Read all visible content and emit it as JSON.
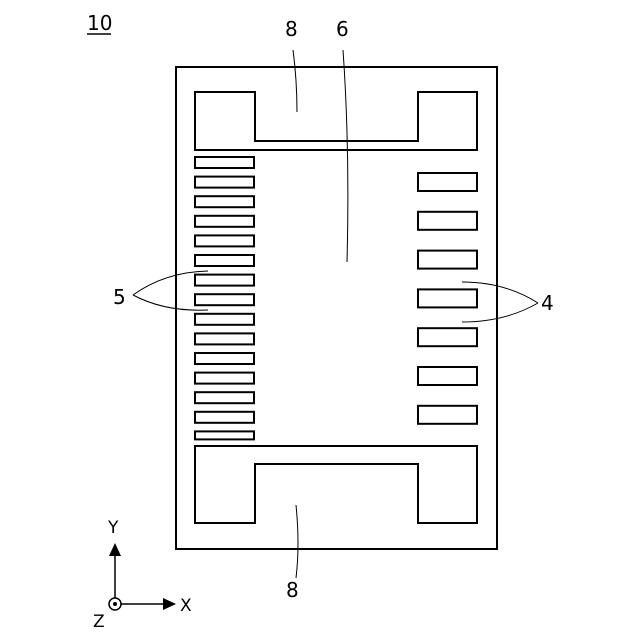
{
  "figure": {
    "device_label": "10",
    "ref_top_pad": "8",
    "ref_bottom_pad": "8",
    "ref_center": "6",
    "ref_left_group": "5",
    "ref_right_group": "4",
    "left_fingers": 15,
    "right_fingers": 7
  },
  "axes": {
    "y_label": "Y",
    "x_label": "X",
    "z_label": "Z"
  }
}
